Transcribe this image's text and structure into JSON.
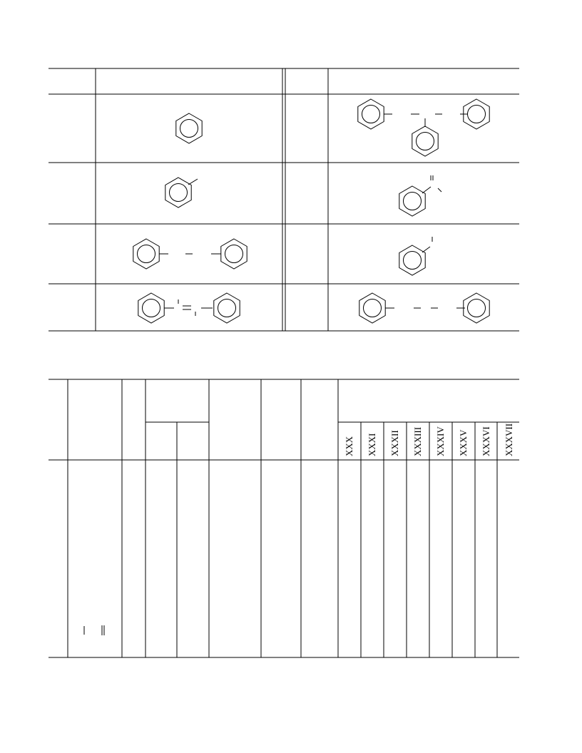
{
  "page": {
    "background": "#ffffff",
    "ink": "#000000"
  },
  "table1": {
    "structure_icons": [
      "benzene-ring-icon",
      "phenyl-group-icon",
      "biphenyl-linked-icon",
      "triphenyl-branched-icon",
      "carbonyl-phenyl-icon"
    ]
  },
  "table2": {
    "column_labels": [
      "XXX",
      "XXXI",
      "XXXII",
      "XXXIII",
      "XXXIV",
      "XXXV",
      "XXXVI",
      "XXXVII"
    ]
  }
}
